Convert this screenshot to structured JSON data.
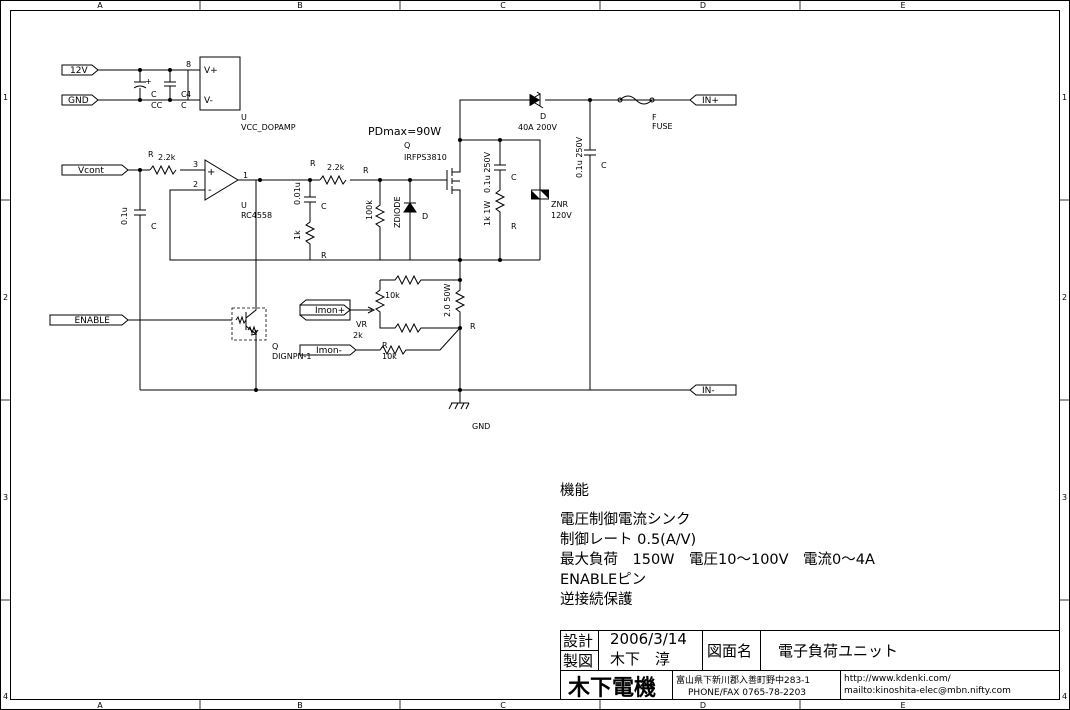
{
  "frame": {
    "cols": [
      "A",
      "B",
      "C",
      "D",
      "E"
    ],
    "rows": [
      "1",
      "2",
      "3",
      "4"
    ]
  },
  "ports": {
    "v12": "12V",
    "gnd": "GND",
    "vcont": "Vcont",
    "enable": "_ENABLE",
    "imon_p": "Imon+",
    "imon_n": "Imon-",
    "in_p": "IN+",
    "in_n": "IN-"
  },
  "power": {
    "pin_top": "8",
    "pin_bot": "4",
    "vplus": "V+",
    "vminus": "V-",
    "unit_u": "U",
    "unit_name": "VCC_DOPAMP",
    "cap_c1": "C",
    "cap_c2": "CC",
    "cap_c3": "C",
    "cap_c4": "C"
  },
  "opamp": {
    "in_p": "+",
    "in_m": "-",
    "pin3": "3",
    "pin2": "2",
    "pin1": "1",
    "ref": "U",
    "part": "RC4558"
  },
  "parts": {
    "r_in_ref": "R",
    "r_in_val": "2.2k",
    "c_in_val": "0.1u",
    "c_in_ref": "C",
    "c_fb_val": "0.01u",
    "c_fb_ref": "C",
    "r_fb_val": "1k",
    "r_gate_ref": "R",
    "r_gate_val": "2.2k",
    "r100_ref": "R",
    "r100_val": "100k",
    "zd_val": "ZDIODE",
    "zd_ref": "D",
    "r_line_ref": "R",
    "pdmax": "PDmax=90W",
    "q_ref": "Q",
    "q_part": "IRFPS3810",
    "c_snub_val": "0.1u 250V",
    "c_snub_ref": "C",
    "r_snub_val": "1k 1W",
    "r_snub_ref": "R",
    "znr_ref": "ZNR",
    "znr_val": "120V",
    "d_ref": "D",
    "d_val": "40A 200V",
    "fuse_ref": "F",
    "fuse_val": "FUSE",
    "c_out_val": "0.1u 250V",
    "c_out_ref": "C",
    "vr_r10k": "10k",
    "vr_ref": "VR",
    "vr_val": "2k",
    "r_sense_val": "2.0 50W",
    "r_sense_ref": "R",
    "r_imon_ref": "R",
    "r_imon_val": "10k",
    "qn_ref": "Q",
    "qn_part": "DIGNPN-1",
    "gnd_label": "GND"
  },
  "func": {
    "title": "機能",
    "lines": [
      "電圧制御電流シンク",
      "制御レート 0.5(A/V)",
      "最大負荷　150W　電圧10〜100V　電流0〜4A",
      "ENABLEピン",
      "逆接続保護"
    ]
  },
  "title_block": {
    "design_label": "設計",
    "draft_label": "製図",
    "date": "2006/3/14",
    "author": "木下　淳",
    "drawing_name_label": "図面名",
    "drawing_name": "電子負荷ユニット",
    "company": "木下電機",
    "address": "富山県下新川郡入善町野中283-1",
    "phone": "PHONE/FAX 0765-78-2203",
    "url": "http://www.kdenki.com/",
    "mail": "mailto:kinoshita-elec@mbn.nifty.com"
  }
}
